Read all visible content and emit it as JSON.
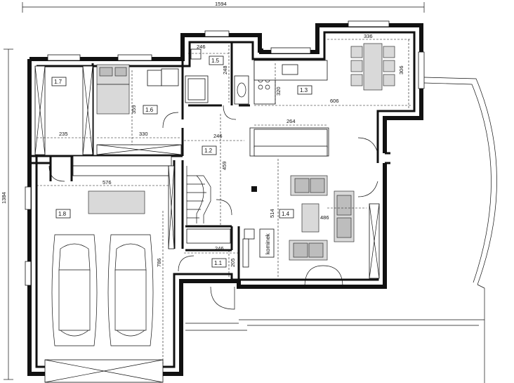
{
  "dimensions": {
    "top_total": "1594",
    "left_total": "1384",
    "d_246_top": "246",
    "d_248": "248",
    "d_336": "336",
    "d_306": "306",
    "d_320": "320",
    "d_606": "606",
    "d_359": "359",
    "d_330": "330",
    "d_235": "235",
    "d_246_hall": "246",
    "d_264": "264",
    "d_459": "459",
    "d_576": "576",
    "d_514": "514",
    "d_486": "486",
    "d_246_low": "246",
    "d_205": "205",
    "d_786": "786"
  },
  "rooms": {
    "r17": "1.7",
    "r16": "1.6",
    "r15": "1.5",
    "r13": "1.3",
    "r12": "1.2",
    "r18": "1.8",
    "r14": "1.4",
    "r11": "1.1"
  },
  "labels": {
    "fireplace": "kominek"
  },
  "colors": {
    "wall": "#111111",
    "furniture": "#d9d9d9"
  }
}
